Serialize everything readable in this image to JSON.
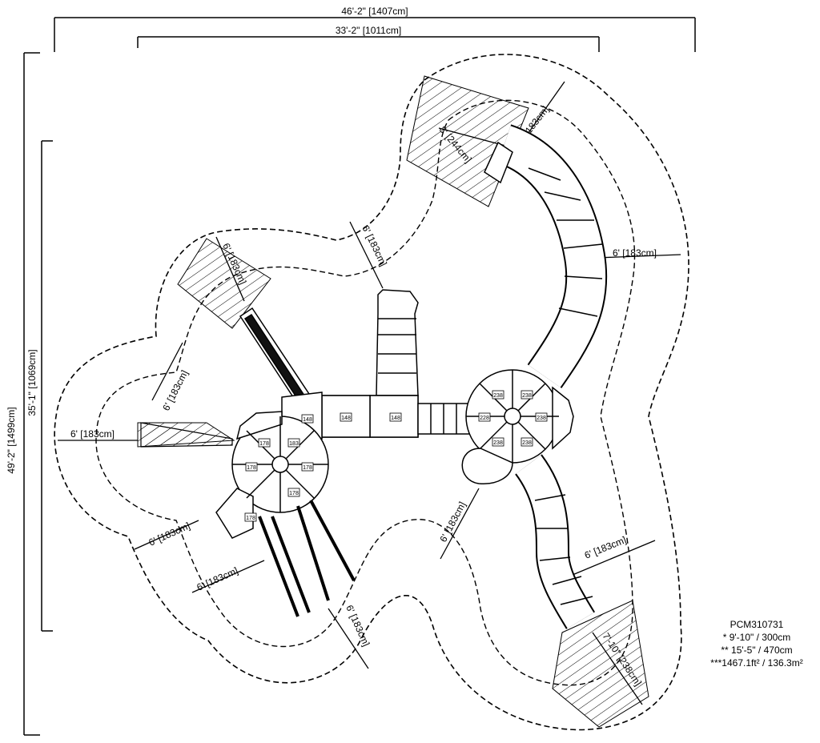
{
  "dimensions": {
    "overall_width": "46'-2\" [1407cm]",
    "structure_width": "33'-2\" [1011cm]",
    "overall_depth": "49'-2\" [1499cm]",
    "structure_depth": "35'-1\" [1069cm]"
  },
  "clearances": {
    "c1": "8' [244cm]",
    "c2": "6' [183cm]",
    "c3": "6' [183cm]",
    "c4": "6' [183cm]",
    "c5": "6' [183cm]",
    "c6": "6' [183cm]",
    "c7": "6' [183cm]",
    "c8": "6' [183cm]",
    "c9": "6' [183cm]",
    "c10": "6' [183cm]",
    "c11": "6' [183cm]",
    "c12": "6' [183cm]",
    "c13": "7'-10\" [238cm]"
  },
  "deck_heights": {
    "left_tower": [
      "178",
      "183",
      "178",
      "178",
      "178",
      "178"
    ],
    "bridge": [
      "148",
      "148",
      "148"
    ],
    "right_tower": [
      "238",
      "238",
      "228",
      "238",
      "238",
      "238"
    ]
  },
  "notes": {
    "model": "PCM310731",
    "note1": "* 9'-10\" / 300cm",
    "note2": "** 15'-5\" / 470cm",
    "note3": "***1467.1ft² / 136.3m²"
  }
}
